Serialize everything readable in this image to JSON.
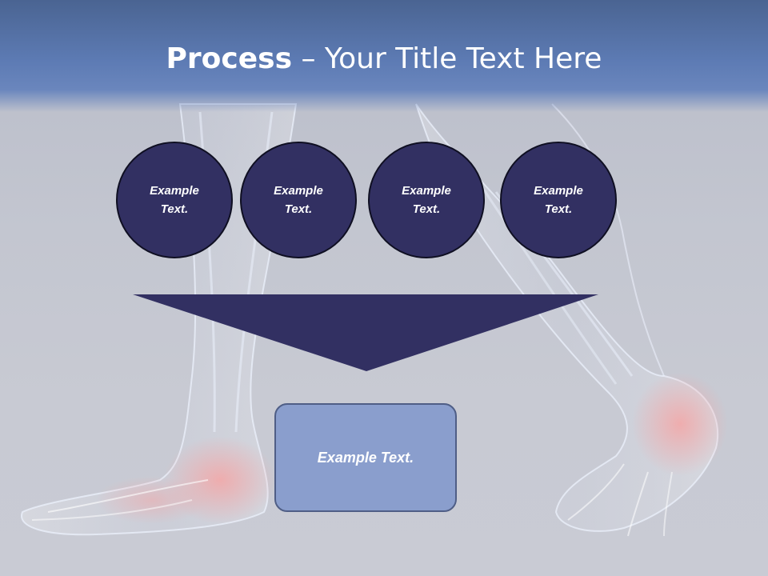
{
  "slide": {
    "title_strong": "Process",
    "title_rest": " – Your Title Text Here",
    "steps": [
      {
        "label": "Example Text."
      },
      {
        "label": "Example Text."
      },
      {
        "label": "Example Text."
      },
      {
        "label": "Example Text."
      }
    ],
    "result_label": "Example Text."
  },
  "colors": {
    "circle_fill": "#323062",
    "funnel_fill": "#323062",
    "result_fill": "#8a9ecd",
    "header_fill": "#5d7bb4"
  }
}
